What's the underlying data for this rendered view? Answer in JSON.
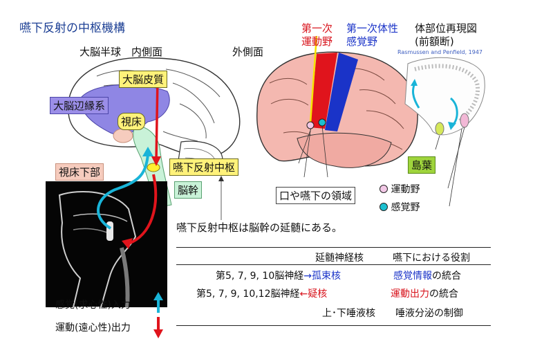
{
  "title": "嚥下反射の中枢機構",
  "views": {
    "medial": "大脳半球　内側面",
    "lateral": "外側面"
  },
  "labels": {
    "cortex": "大脳皮質",
    "limbic": "大脳辺縁系",
    "thalamus": "視床",
    "hypothalamus": "視床下部",
    "center": "嚥下反射中枢",
    "brainstem": "脳幹",
    "insula": "島葉",
    "mouth_region": "口や嚥下の領域",
    "note": "嚥下反射中枢は脳幹の延髄にある。"
  },
  "areas": {
    "motor_line1": "第一次",
    "motor_line2": "運動野",
    "sensory_line1": "第一次体性",
    "sensory_line2": "感覚野",
    "somato_line1": "体部位再現図",
    "somato_line2": "(前額断)",
    "citation": "Rasmussen and Penfield, 1947"
  },
  "markers": {
    "motor": "運動野",
    "sensory": "感覚野"
  },
  "table": {
    "headers": [
      "延髄神経核",
      "嚥下における役割"
    ],
    "rows": [
      {
        "nerve": "第5, 7, 9, 10脳神経",
        "arrow": "→",
        "nucleus": "孤束核",
        "role_em": "感覚情報",
        "role_rest": "の統合"
      },
      {
        "nerve": "第5, 7, 9, 10,12脳神経",
        "arrow": "←",
        "nucleus": "疑核",
        "role_em": "運動出力",
        "role_rest": "の統合"
      },
      {
        "nerve": "",
        "arrow": "",
        "nucleus": "上･下唾液核",
        "role_em": "",
        "role_rest": "唾液分泌の制御"
      }
    ]
  },
  "legend": {
    "sensory": "感覚(求心性)入力",
    "motor": "運動(遠心性)出力"
  },
  "colors": {
    "sensory_arrow": "#19b4d8",
    "motor_arrow": "#e0141c",
    "motor_area": "#e0141c",
    "sensory_area": "#1a33c8",
    "brain": "#f4b8b0"
  }
}
